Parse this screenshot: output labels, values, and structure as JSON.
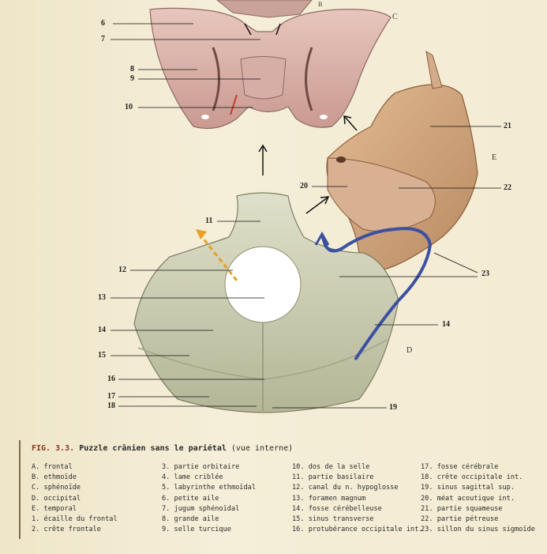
{
  "labels": {
    "n6": "6",
    "n7": "7",
    "n8": "8",
    "n9": "9",
    "n10": "10",
    "n11": "11",
    "n12": "12",
    "n13": "13",
    "n14a": "14",
    "n14b": "14",
    "n15": "15",
    "n16": "16",
    "n17": "17",
    "n18": "18",
    "n19": "19",
    "n20": "20",
    "n21": "21",
    "n22": "22",
    "n23": "23"
  },
  "sections": {
    "c": "C",
    "d": "D",
    "e": "E",
    "b": "B"
  },
  "caption": {
    "fig": "FIG. 3.3.",
    "title": "Puzzle crânien sans le pariétal",
    "subtitle": "(vue interne)"
  },
  "legend": {
    "col1": [
      "A. frontal",
      "B. ethmoïde",
      "C. sphénoïde",
      "D. occipital",
      "E. temporal",
      "1. écaille du frontal",
      "2. crête frontale"
    ],
    "col2": [
      "3. partie orbitaire",
      "4. lame criblée",
      "5. labyrinthe ethmoïdal",
      "6. petite aile",
      "7. jugum sphénoïdal",
      "8. grande aile",
      "9. selle turcique"
    ],
    "col3": [
      "10. dos de la selle",
      "11. partie basilaire",
      "12. canal du n. hypoglosse",
      "13. foramen magnum",
      "14. fosse cérébelleuse",
      "15. sinus transverse",
      "16. protubérance occipitale int."
    ],
    "col4": [
      "17. fosse cérébrale",
      "18. crête occipitale int.",
      "19. sinus sagittal sup.",
      "20. méat acoutique int.",
      "21. partie squameuse",
      "22. partie pétreuse",
      "23. sillon du sinus sigmoïde"
    ]
  }
}
